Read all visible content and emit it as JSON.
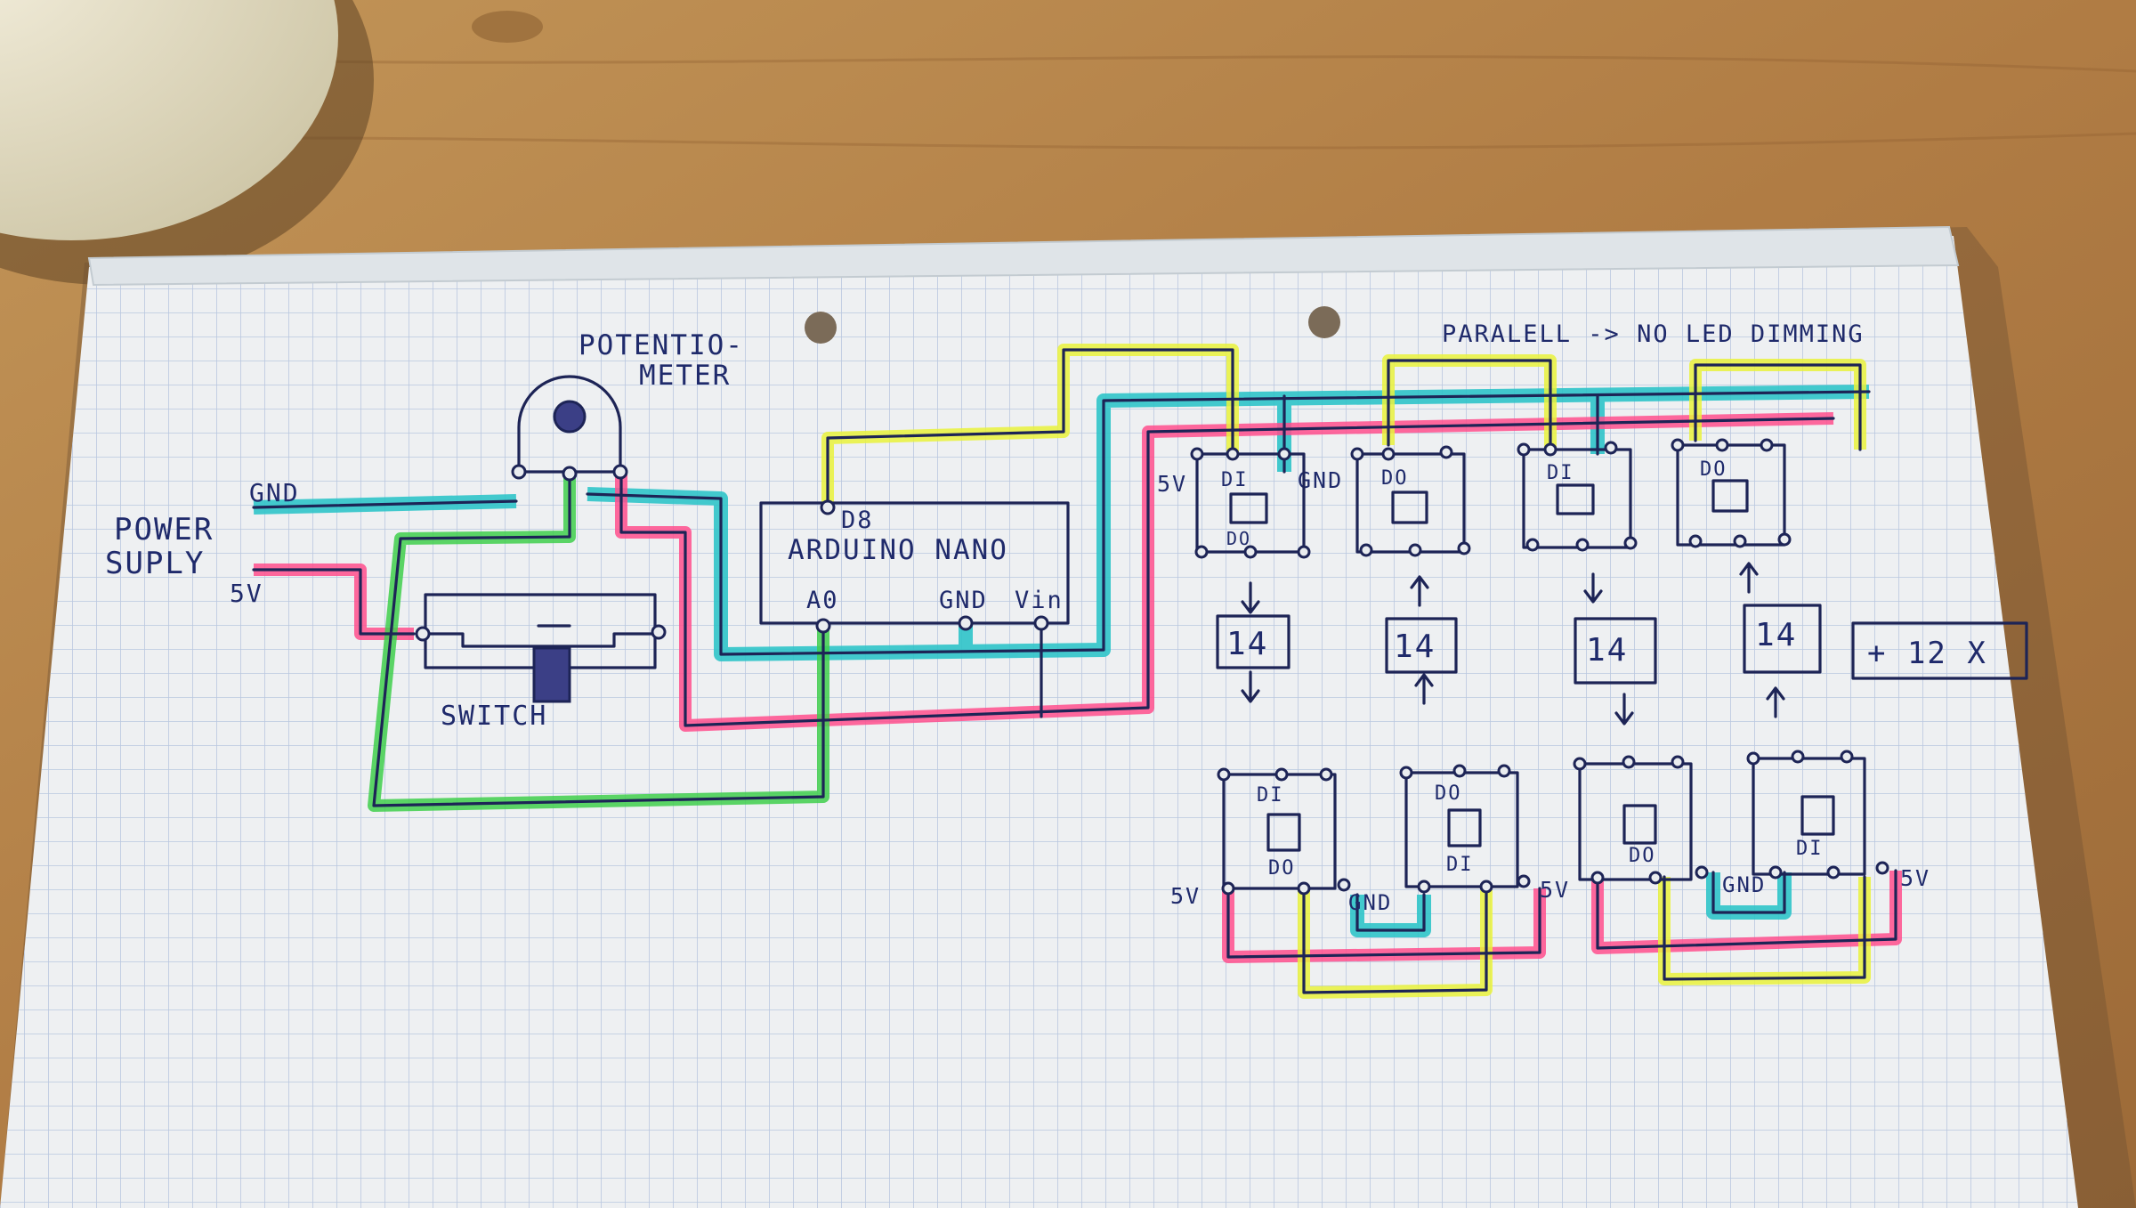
{
  "labels": {
    "potentiometer_line1": "POTENTIO-",
    "potentiometer_line2": "METER",
    "power_line1": "POWER",
    "power_line2": "SUPLY",
    "gnd_supply": "GND",
    "five_v_supply": "5V",
    "switch": "SWITCH",
    "d8": "D8",
    "arduino": "ARDUINO NANO",
    "a0": "A0",
    "gnd_nano": "GND",
    "vin": "Vin",
    "parallel_note": "PARALELL -> NO LED DIMMING",
    "five_v_top": "5V",
    "gnd_top": "GND",
    "five_v_bottom_left": "5V",
    "gnd_bottom_left": "GND",
    "five_v_bottom_mid": "5V",
    "gnd_bottom_right": "GND",
    "five_v_bottom_right": "5V",
    "repeat_note": "+ 12 X"
  },
  "led_top": [
    {
      "pin_top": "DI",
      "pin_bottom": "DO"
    },
    {
      "pin_top": "DO",
      "pin_bottom": ""
    },
    {
      "pin_top": "DI",
      "pin_bottom": ""
    },
    {
      "pin_top": "DO",
      "pin_bottom": ""
    }
  ],
  "led_bottom": [
    {
      "pin_top": "DI",
      "pin_bottom": "DO"
    },
    {
      "pin_top": "DO",
      "pin_bottom": "DI"
    },
    {
      "pin_top": "",
      "pin_bottom": "DO"
    },
    {
      "pin_top": "",
      "pin_bottom": "DI"
    }
  ],
  "counts": [
    "14",
    "14",
    "14",
    "14"
  ],
  "colors": {
    "gnd_highlight": "#2fc4c9",
    "power_highlight": "#ff4f8d",
    "signal_highlight": "#e9f23c",
    "pot_highlight": "#3fcf4c",
    "ink": "#1d2456",
    "paper": "#eef0f2",
    "grid": "#b9c7df"
  }
}
